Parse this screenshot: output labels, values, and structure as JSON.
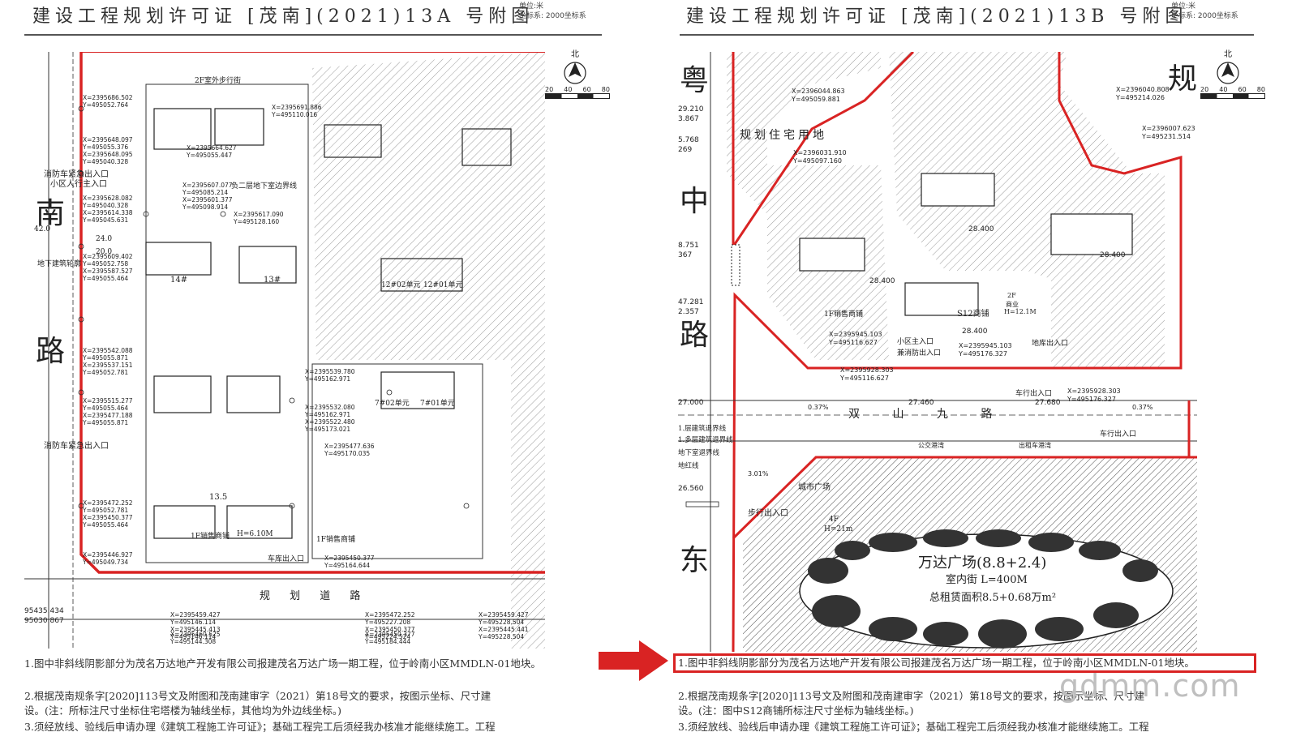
{
  "left_panel": {
    "title": "建设工程规划许可证 [茂南](2021)13A 号附图",
    "unit": "单位:米",
    "coord_system": "坐标系: 2000坐标系",
    "north": "北",
    "scale": [
      "20",
      "40",
      "60",
      "80"
    ],
    "big_chars": [
      "南",
      "路"
    ],
    "road_label": "规 划 道 路",
    "labels": {
      "fire_entry_1": "消防车紧急出入口",
      "community_entry": "小区人行主入口",
      "fire_entry_2": "消防车紧急出入口",
      "underground": "地下建筑轮廓",
      "basement_line": "负二层地下室边界线",
      "street": "2F室外步行街",
      "setback_420": "42.0",
      "setback_240": "24.0",
      "setback_200": "20.0",
      "b13": "13#",
      "b14": "14#",
      "sales": "1F销售商铺",
      "sales2": "1F销售商铺",
      "entry": "车库出入口",
      "h6": "H=6.10M",
      "b7_1": "7#02单元",
      "b7_2": "7#01单元",
      "b12_1": "12#02单元",
      "b12_2": "12#01单元",
      "stamp": "13.5"
    },
    "coords": [
      "X=2395686.502",
      "Y=495052.764",
      "X=2395691.886",
      "Y=495110.016",
      "X=2395648.097",
      "Y=495055.376",
      "X=2395648.095",
      "Y=495040.328",
      "X=2395628.082",
      "Y=495040.328",
      "X=2395614.338",
      "Y=495045.631",
      "X=2395609.402",
      "Y=495052.758",
      "X=2395587.527",
      "Y=495055.464",
      "X=2395542.088",
      "Y=495055.871",
      "X=2395537.151",
      "Y=495052.781",
      "X=2395515.277",
      "Y=495055.464",
      "X=2395477.188",
      "Y=495055.871",
      "X=2395472.252",
      "Y=495052.781",
      "X=2395450.377",
      "Y=495055.464",
      "X=2395446.927",
      "Y=495049.734",
      "X=2395664.627",
      "Y=495055.447",
      "X=2395607.077",
      "Y=495085.214",
      "X=2395601.377",
      "Y=495098.914",
      "X=2395617.090",
      "Y=495128.160",
      "X=2395539.780",
      "Y=495162.971",
      "X=2395532.080",
      "Y=495162.971",
      "X=2395522.480",
      "Y=495173.021",
      "X=2395477.636",
      "Y=495170.035",
      "X=2395450.377",
      "Y=495164.644",
      "X=2395459.427",
      "Y=495146.114",
      "X=2395445.413",
      "Y=495146.114",
      "X=2395472.252",
      "Y=495227.208",
      "X=2395450.377",
      "Y=495224.524",
      "X=2395459.427",
      "Y=495228.504",
      "X=2395445.441",
      "Y=495228.504",
      "X=2395460.525",
      "Y=495144.308",
      "X=2395450.377",
      "Y=495184.444"
    ],
    "bottom_left_coords": [
      "95435.434",
      "95030.867"
    ],
    "notes": [
      "1.图中非斜线阴影部分为茂名万达地产开发有限公司报建茂名万达广场一期工程，位于岭南小区MMDLN-01地块。",
      "2.根据茂南规条字[2020]113号文及附图和茂南建审字（2021）第18号文的要求，按图示坐标、尺寸建",
      "设。(注：所标注尺寸坐标住宅塔楼为轴线坐标，其他均为外边线坐标。)",
      "3.须经放线、验线后申请办理《建筑工程施工许可证》；基础工程完工后须经我办核准才能继续施工。工程"
    ]
  },
  "right_panel": {
    "title": "建设工程规划许可证 [茂南](2021)13B 号附图",
    "unit": "单位:米",
    "coord_system": "坐标系: 2000坐标系",
    "north": "北",
    "scale": [
      "20",
      "40",
      "60",
      "80"
    ],
    "big_chars_left": [
      "粤",
      "中",
      "路",
      "东"
    ],
    "big_char_top": "规",
    "plot_label": "规划住宅用地",
    "road_label": "双 山 九 路",
    "mall_title": "万达广场(8.8+2.4)",
    "mall_street": "室内街 L=400M",
    "mall_area": "总租赁面积8.5+0.68万m²",
    "labels": {
      "city_plaza": "城市广场",
      "ped_entry": "步行出入口",
      "car_entry_1": "车行出入口",
      "car_entry_2": "车行出入口",
      "community_main": "小区主入口",
      "fire_entry": "兼消防出入口",
      "basement_entry": "地库出入口",
      "shop_s12": "S12商铺",
      "sales": "1F销售商铺",
      "bus": "公交港湾",
      "taxi": "出租车港湾",
      "f4": "4F",
      "h21": "H=21m",
      "f2": "2F",
      "biz": "商业",
      "h12": "H=12.1M",
      "elev_1": "28.400",
      "elev_2": "28.400",
      "elev_3": "28.400",
      "elev_4": "28.400",
      "elev_5": "27.460",
      "elev_6": "27.680",
      "slope_1": "0.37%",
      "slope_2": "0.37%",
      "slope_3": "3.01%",
      "leg_1": "1.层建筑退界线",
      "leg_2": "1.多层建筑退界线",
      "leg_3": "地下室退界线",
      "leg_4": "地红线"
    },
    "coords": [
      "X=2396040.808",
      "Y=495214.026",
      "X=2396007.623",
      "Y=495231.514",
      "X=2396031.910",
      "Y=495097.160",
      "X=2395945.103",
      "Y=495116.627",
      "X=2395928.303",
      "Y=495116.627",
      "X=2395945.103",
      "Y=495176.327",
      "X=2395928.303",
      "Y=495176.327",
      "X=2396044.863",
      "Y=495059.881"
    ],
    "left_margin_numbers": [
      "29.210",
      "3.867",
      "5.768",
      "269",
      "8.751",
      "367",
      "47.281",
      "2.357",
      "27.000",
      "26.560"
    ],
    "notes": [
      "1.图中非斜线阴影部分为茂名万达地产开发有限公司报建茂名万达广场一期工程，位于岭南小区MMDLN-01地块。",
      "2.根据茂南规条字[2020]113号文及附图和茂南建审字（2021）第18号文的要求，按图示坐标、尺寸建",
      "设。(注：图中S12商铺所标注尺寸坐标为轴线坐标。)",
      "3.须经放线、验线后申请办理《建筑工程施工许可证》；基础工程完工后须经我办核准才能继续施工。工程"
    ]
  },
  "watermark": "gdmm.com",
  "colors": {
    "accent_red": "#d92323",
    "line": "#222222",
    "hatch": "#9a9a9a"
  }
}
